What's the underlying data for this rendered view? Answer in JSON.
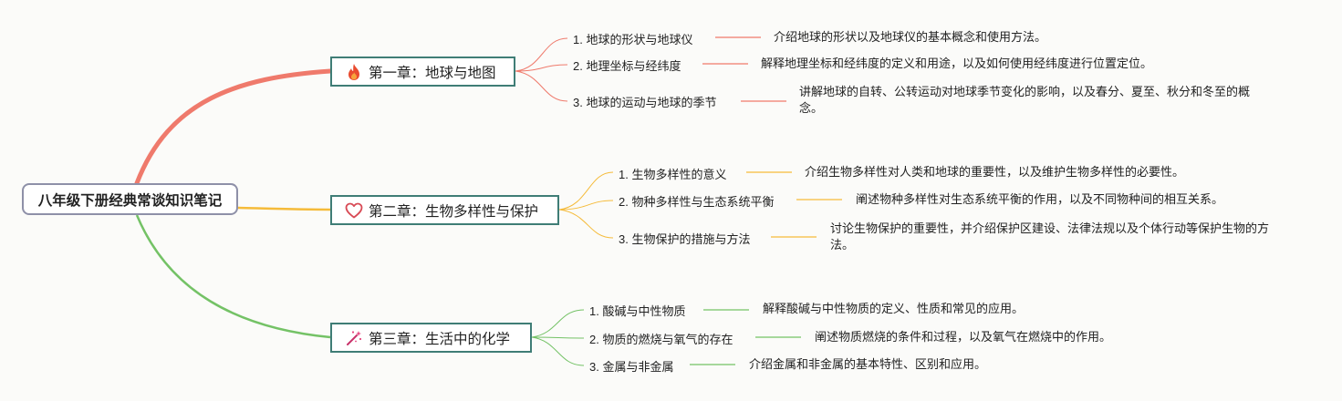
{
  "root": {
    "title": "八年级下册经典常谈知识笔记"
  },
  "chapters": [
    {
      "title": "第一章：地球与地图",
      "icon": "fire-icon",
      "color": "#ef7a6c",
      "topics": [
        {
          "label": "1. 地球的形状与地球仪",
          "desc": "介绍地球的形状以及地球仪的基本概念和使用方法。"
        },
        {
          "label": "2. 地理坐标与经纬度",
          "desc": "解释地理坐标和经纬度的定义和用途，以及如何使用经纬度进行位置定位。"
        },
        {
          "label": "3. 地球的运动与地球的季节",
          "desc": "讲解地球的自转、公转运动对地球季节变化的影响，以及春分、夏至、秋分和冬至的概念。"
        }
      ]
    },
    {
      "title": "第二章：生物多样性与保护",
      "icon": "heart-outline-icon",
      "color": "#f5bb3a",
      "topics": [
        {
          "label": "1. 生物多样性的意义",
          "desc": "介绍生物多样性对人类和地球的重要性，以及维护生物多样性的必要性。"
        },
        {
          "label": "2. 物种多样性与生态系统平衡",
          "desc": "阐述物种多样性对生态系统平衡的作用，以及不同物种间的相互关系。"
        },
        {
          "label": "3. 生物保护的措施与方法",
          "desc": "讨论生物保护的重要性，并介绍保护区建设、法律法规以及个体行动等保护生物的方法。"
        }
      ]
    },
    {
      "title": "第三章：生活中的化学",
      "icon": "magic-wand-icon",
      "color": "#74c266",
      "topics": [
        {
          "label": "1. 酸碱与中性物质",
          "desc": "解释酸碱与中性物质的定义、性质和常见的应用。"
        },
        {
          "label": "2. 物质的燃烧与氧气的存在",
          "desc": "阐述物质燃烧的条件和过程，以及氧气在燃烧中的作用。"
        },
        {
          "label": "3. 金属与非金属",
          "desc": "介绍金属和非金属的基本特性、区别和应用。"
        }
      ]
    }
  ]
}
